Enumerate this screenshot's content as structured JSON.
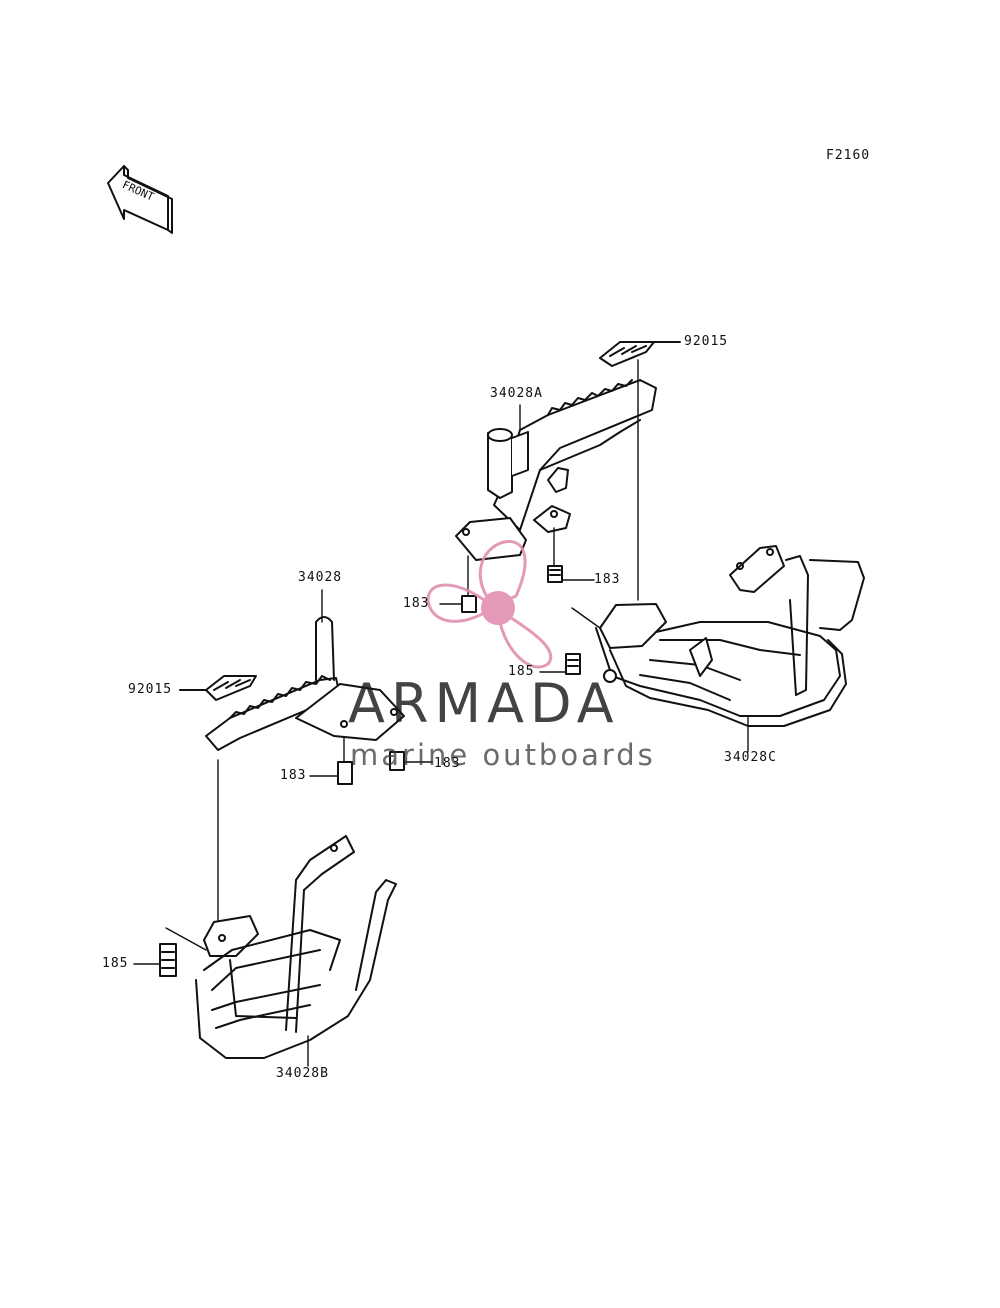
{
  "figure_code": "F2160",
  "front_arrow_text": "FRONT",
  "watermark": {
    "brand": "ARMADA",
    "tagline": "marine outboards",
    "accent_color": "#e08fb0"
  },
  "part_labels": {
    "p92015_top": "92015",
    "p34028A": "34028A",
    "p183_right": "183",
    "p183_left": "183",
    "p185_right": "185",
    "p34028C": "34028C",
    "p34028": "34028",
    "p92015_left": "92015",
    "p183_lower_a": "183",
    "p183_lower_b": "183",
    "p185_left": "185",
    "p34028B": "34028B"
  }
}
